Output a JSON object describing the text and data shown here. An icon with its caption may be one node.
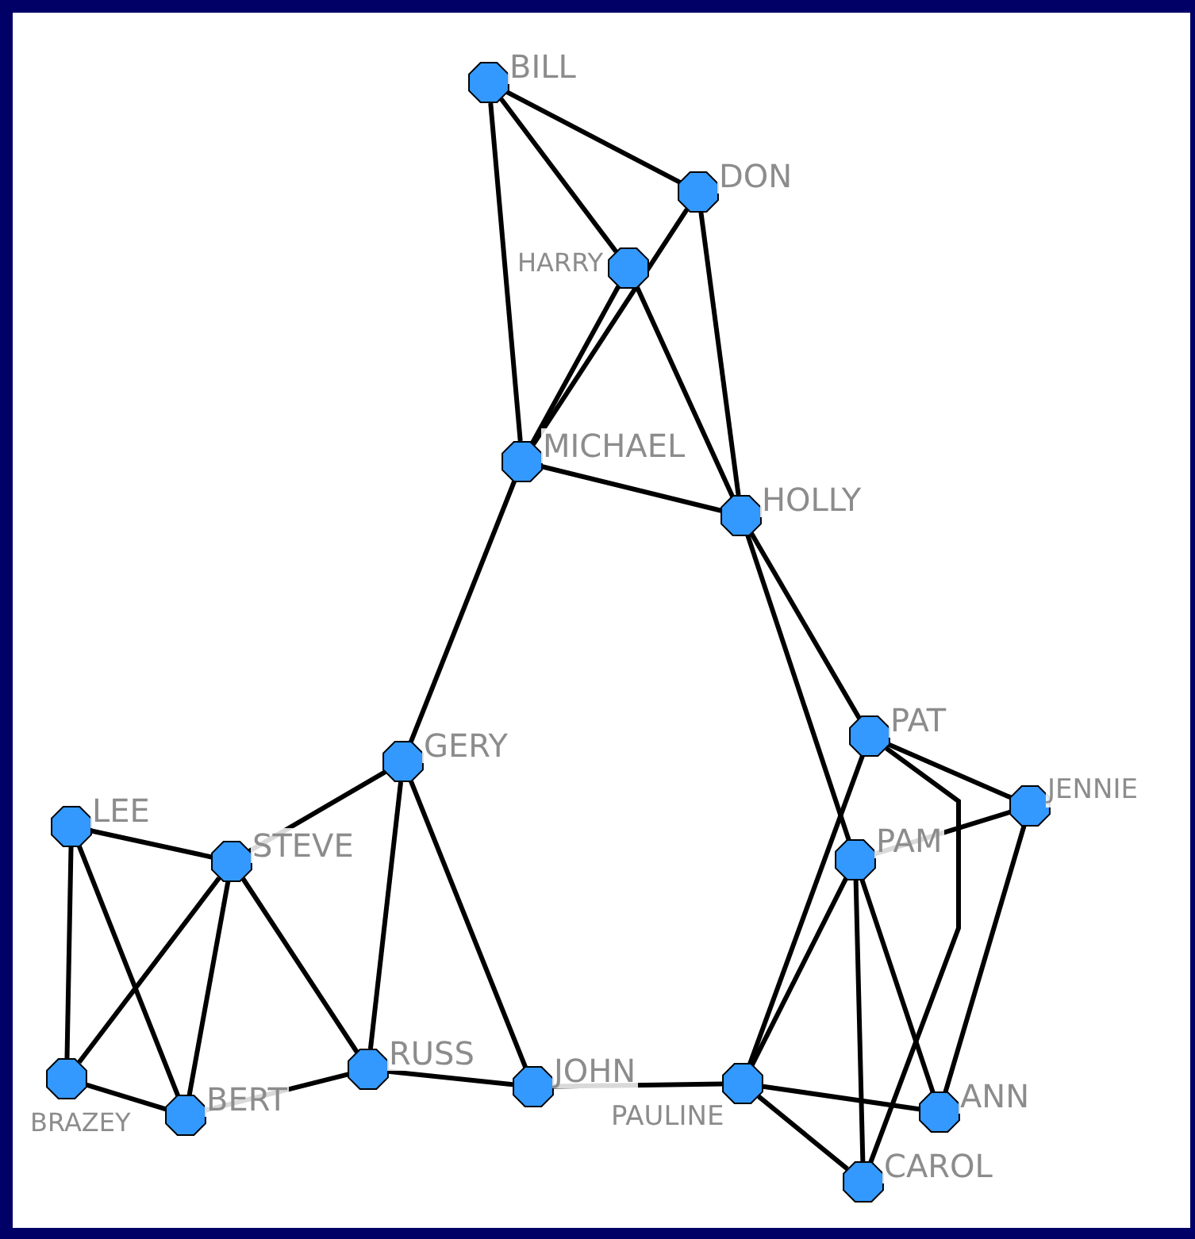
{
  "diagram": {
    "nodes": [
      {
        "text": [
          "BILL"
        ]
      },
      {
        "text": [
          "DON"
        ]
      },
      {
        "text": [
          "HARRY"
        ]
      },
      {
        "text": [
          "MICHAEL"
        ]
      },
      {
        "text": [
          "HOLLY"
        ]
      },
      {
        "text": [
          "GERY"
        ]
      },
      {
        "text": [
          "LEE"
        ]
      },
      {
        "text": [
          "STEVE"
        ]
      },
      {
        "text": [
          "BRAZEY"
        ]
      },
      {
        "text": [
          "BERT"
        ]
      },
      {
        "text": [
          "RUSS"
        ]
      },
      {
        "text": [
          "JOHN"
        ]
      },
      {
        "text": [
          "PAULINE"
        ]
      },
      {
        "text": [
          "PAT"
        ]
      },
      {
        "text": [
          "JENNIE"
        ]
      },
      {
        "text": [
          "PAM"
        ]
      },
      {
        "text": [
          "ANN"
        ]
      },
      {
        "text": [
          "CAROL"
        ]
      }
    ],
    "edges": [
      {
        "from": 0,
        "to": 1,
        "arrow": "none"
      },
      {
        "from": 0,
        "to": 2,
        "arrow": "none"
      },
      {
        "from": 0,
        "to": 3,
        "arrow": "none"
      },
      {
        "from": 1,
        "to": 3,
        "arrow": "none"
      },
      {
        "from": 1,
        "to": 4,
        "arrow": "none"
      },
      {
        "from": 2,
        "to": 3,
        "arrow": "none"
      },
      {
        "from": 2,
        "to": 4,
        "arrow": "none"
      },
      {
        "from": 3,
        "to": 4,
        "arrow": "none"
      },
      {
        "from": 3,
        "to": 5,
        "arrow": "none"
      },
      {
        "from": 4,
        "to": 13,
        "arrow": "none"
      },
      {
        "from": 4,
        "to": 15,
        "arrow": "none"
      },
      {
        "from": 5,
        "to": 7,
        "arrow": "none"
      },
      {
        "from": 5,
        "to": 10,
        "arrow": "none"
      },
      {
        "from": 5,
        "to": 11,
        "arrow": "none"
      },
      {
        "from": 6,
        "to": 7,
        "arrow": "none"
      },
      {
        "from": 6,
        "to": 8,
        "arrow": "none"
      },
      {
        "from": 6,
        "to": 9,
        "arrow": "none"
      },
      {
        "from": 7,
        "to": 8,
        "arrow": "none"
      },
      {
        "from": 7,
        "to": 9,
        "arrow": "none"
      },
      {
        "from": 7,
        "to": 10,
        "arrow": "none"
      },
      {
        "from": 8,
        "to": 9,
        "arrow": "none"
      },
      {
        "from": 9,
        "to": 10,
        "arrow": "none"
      },
      {
        "from": 10,
        "to": 11,
        "arrow": "none"
      },
      {
        "from": 11,
        "to": 12,
        "arrow": "none"
      },
      {
        "from": 13,
        "to": 14,
        "arrow": "none"
      },
      {
        "from": 13,
        "to": 12,
        "arrow": "none"
      },
      {
        "from": 13,
        "to": 17,
        "arrow": "none"
      },
      {
        "from": 15,
        "to": 14,
        "arrow": "none"
      },
      {
        "from": 15,
        "to": 12,
        "arrow": "none"
      },
      {
        "from": 15,
        "to": 17,
        "arrow": "none"
      },
      {
        "from": 15,
        "to": 16,
        "arrow": "none"
      },
      {
        "from": 14,
        "to": 16,
        "arrow": "none"
      },
      {
        "from": 12,
        "to": 16,
        "arrow": "none"
      },
      {
        "from": 12,
        "to": 17,
        "arrow": "none"
      }
    ]
  }
}
